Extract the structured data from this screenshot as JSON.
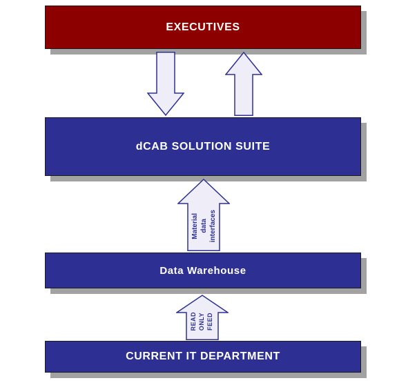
{
  "boxes": {
    "executives": {
      "label": "EXECUTIVES"
    },
    "dcab_suite": {
      "label": "dCAB SOLUTION SUITE"
    },
    "data_warehouse": {
      "label": "Data Warehouse"
    },
    "it_department": {
      "label": "CURRENT IT DEPARTMENT"
    }
  },
  "arrows": {
    "exec_to_dcab": {
      "direction": "down",
      "lines": []
    },
    "dcab_to_exec": {
      "direction": "up",
      "lines": []
    },
    "warehouse_to_dcab": {
      "direction": "up",
      "lines": [
        "Material",
        "data",
        "interfaces"
      ]
    },
    "it_to_warehouse": {
      "direction": "up",
      "lines": [
        "READ",
        "ONLY",
        "FEED"
      ]
    }
  },
  "colors": {
    "executives_fill": "#8c0000",
    "box_fill": "#2d3092",
    "box_border": "#1a1a1a",
    "shadow": "#a2a2a2",
    "arrow_fill": "#efeef8",
    "arrow_border": "#2d3092",
    "arrow_text": "#2d3092",
    "box_text": "#ffffff",
    "page_bg": "#ffffff"
  }
}
